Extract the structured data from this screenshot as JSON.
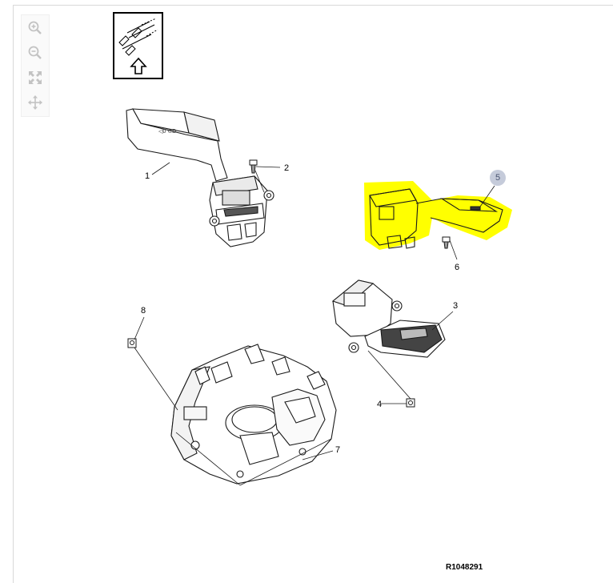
{
  "toolbar": {
    "buttons": [
      {
        "icon": "zoom-in-icon"
      },
      {
        "icon": "zoom-out-icon"
      },
      {
        "icon": "fit-screen-icon"
      },
      {
        "icon": "pan-move-icon"
      }
    ]
  },
  "navigation": {
    "icon": "view-navigation-arrow-icon"
  },
  "callouts": {
    "c1": "1",
    "c2": "2",
    "c3": "3",
    "c4": "4",
    "c5": "5",
    "c6": "6",
    "c7": "7",
    "c8": "8"
  },
  "diagram": {
    "highlight_color": "#ffff00",
    "selected_part": "5",
    "reference_code": "R1048291"
  }
}
